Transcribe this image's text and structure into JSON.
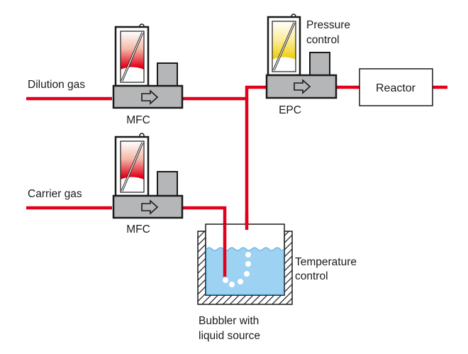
{
  "diagram": {
    "colors": {
      "pipe": "#e2001a",
      "device_body": "#b5b6b8",
      "outline": "#1a1a1a",
      "liquid": "#9dd2f2",
      "mfc_gauge": "#e2001a",
      "epc_gauge": "#f2d11c"
    },
    "inputs": {
      "dilution_gas": "Dilution gas",
      "carrier_gas": "Carrier gas"
    },
    "devices": {
      "mfc_top": {
        "label": "MFC",
        "icon": "arrow-right-icon"
      },
      "mfc_bottom": {
        "label": "MFC",
        "icon": "arrow-right-icon"
      },
      "epc": {
        "label": "EPC",
        "icon": "arrow-right-icon",
        "annotation_line1": "Pressure",
        "annotation_line2": "control"
      }
    },
    "reactor": {
      "label": "Reactor"
    },
    "bubbler": {
      "label_line1": "Bubbler with",
      "label_line2": "liquid source",
      "temp_line1": "Temperature",
      "temp_line2": "control"
    }
  }
}
